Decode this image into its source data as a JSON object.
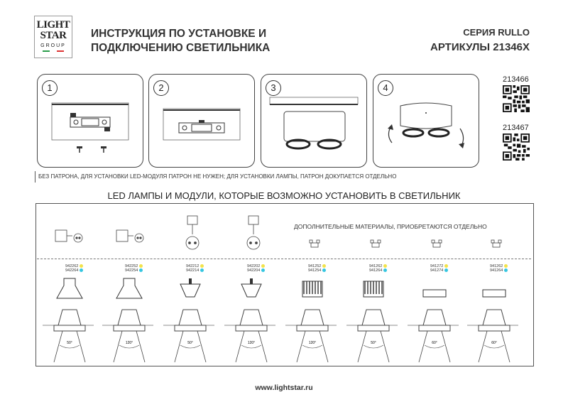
{
  "logo": {
    "line1": "LIGHT",
    "line2": "STAR",
    "line3": "GROUP"
  },
  "header": {
    "title_line1": "ИНСТРУКЦИЯ ПО УСТАНОВКЕ И",
    "title_line2": "ПОДКЛЮЧЕНИЮ СВЕТИЛЬНИКА",
    "series": "СЕРИЯ RULLO",
    "articles": "АРТИКУЛЫ 21346Х"
  },
  "steps": [
    {
      "n": "1"
    },
    {
      "n": "2"
    },
    {
      "n": "3"
    },
    {
      "n": "4"
    }
  ],
  "qr_codes": [
    {
      "article": "213466"
    },
    {
      "article": "213467"
    }
  ],
  "note": "БЕЗ ПАТРОНА, ДЛЯ УСТАНОВКИ LED-МОДУЛЯ ПАТРОН НЕ НУЖЕН; ДЛЯ УСТАНОВКИ ЛАМПЫ, ПАТРОН ДОКУПАЕТСЯ ОТДЕЛЬНО",
  "section_title": "LED ЛАМПЫ И МОДУЛИ, КОТОРЫЕ ВОЗМОЖНО УСТАНОВИТЬ В СВЕТИЛЬНИК",
  "additional": "ДОПОЛНИТЕЛЬНЫЕ МАТЕРИАЛЫ, ПРИОБРЕТАЮТСЯ ОТДЕЛЬНО",
  "colors": {
    "warm": "#f2e24a",
    "cool": "#35c6e0"
  },
  "lamps": [
    {
      "codes": [
        "942262",
        "942264"
      ],
      "angle": "50°"
    },
    {
      "codes": [
        "942252",
        "942254"
      ],
      "angle": "120°"
    },
    {
      "codes": [
        "942212",
        "942214"
      ],
      "angle": "50°"
    },
    {
      "codes": [
        "942202",
        "942204"
      ],
      "angle": "120°"
    },
    {
      "codes": [
        "941252",
        "941254"
      ],
      "angle": "120°"
    },
    {
      "codes": [
        "941262",
        "941264"
      ],
      "angle": "50°"
    },
    {
      "codes": [
        "941272",
        "941274"
      ],
      "angle": "60°"
    },
    {
      "codes": [
        "941262",
        "941264"
      ],
      "angle": "60°"
    }
  ],
  "footer": "www.lightstar.ru"
}
